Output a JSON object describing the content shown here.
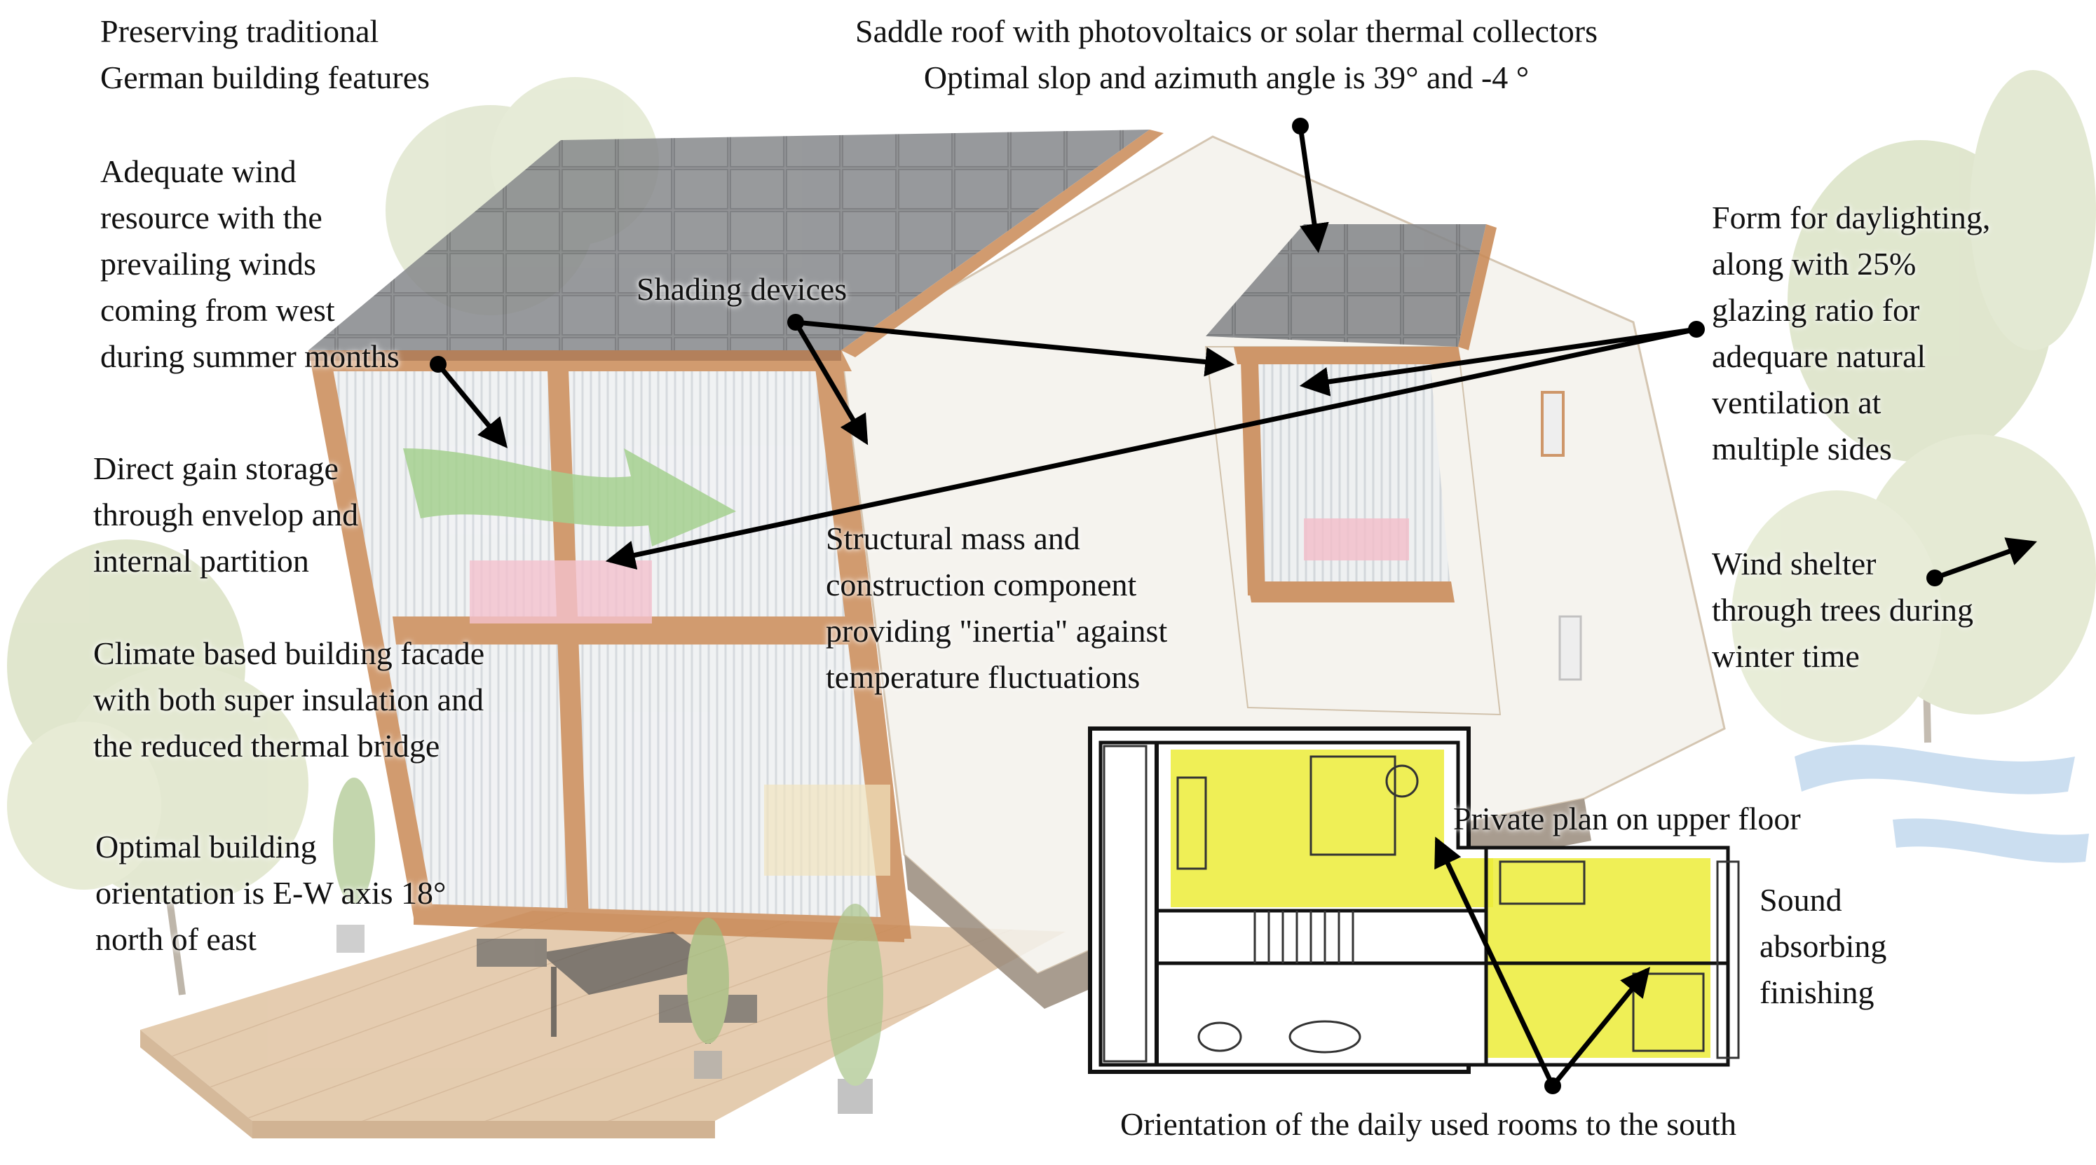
{
  "labels": {
    "traditional_features": "Preserving traditional\nGerman  building features",
    "saddle_roof": "Saddle roof with photovoltaics or solar thermal collectors\nOptimal slop and azimuth angle is 39° and -4 °",
    "wind_resource": "Adequate wind\nresource with the\nprevailing winds\ncoming from west\nduring summer months",
    "shading_devices": "Shading devices",
    "daylighting": "Form for daylighting,\nalong with 25%\nglazing ratio for\nadequare natural\nventilation at\nmultiple sides",
    "direct_gain": "Direct gain storage\nthrough envelop and\ninternal partition",
    "structural_mass": "Structural mass and\nconstruction component\nproviding \"inertia\" against\ntemperature fluctuations",
    "wind_shelter": "Wind shelter\nthrough trees during\nwinter time",
    "facade": "Climate based building facade\nwith both super insulation and\nthe reduced thermal bridge",
    "orientation_axis": "Optimal building\norientation is E-W axis 18°\nnorth of east",
    "private_plan": "Private plan on upper floor",
    "sound_absorbing": "Sound\nabsorbing\nfinishing",
    "orientation_rooms": "Orientation of the daily used rooms to the south"
  },
  "colors": {
    "roof_panel": "#7b7d80",
    "timber_frame": "#c98a57",
    "wall": "#f3f1ec",
    "glass": "#e9ecef",
    "deck": "#d9b790",
    "highlight_rooms": "#ecec38",
    "tree_foliage": "#b8c79a",
    "wind_arrow": "#9fcf8a",
    "arrow": "#000000"
  }
}
